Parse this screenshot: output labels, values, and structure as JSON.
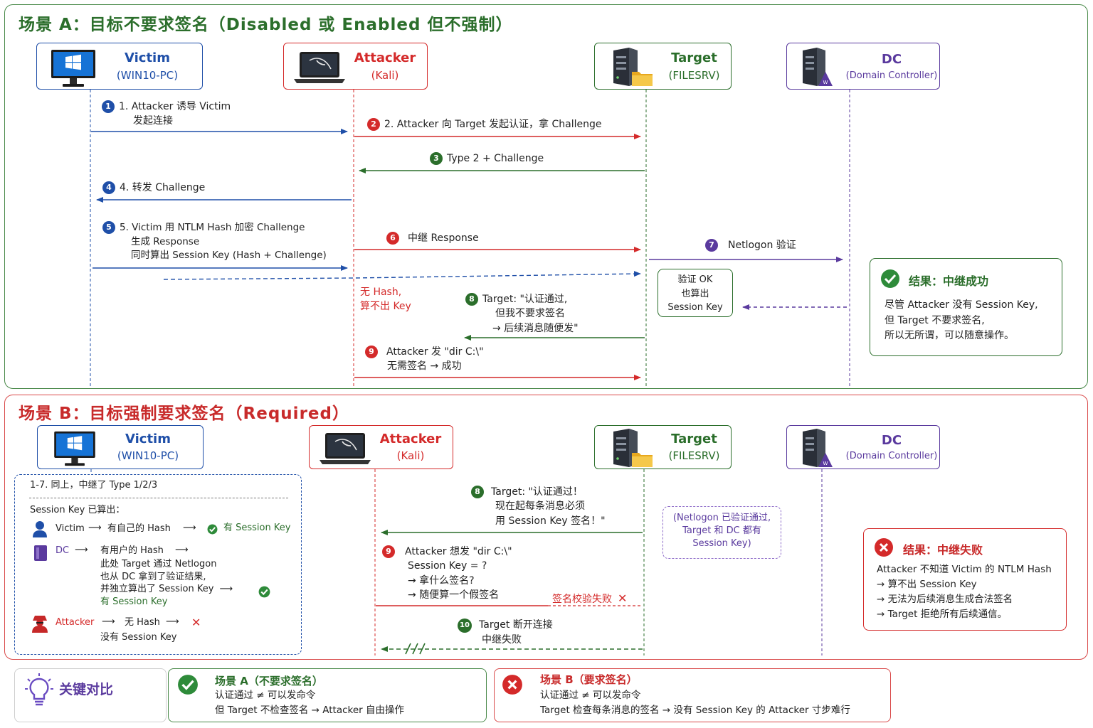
{
  "scenario_a": {
    "title": "场景 A：目标不要求签名（Disabled 或 Enabled 但不强制）",
    "actors": {
      "victim": {
        "name": "Victim",
        "sub": "(WIN10-PC)"
      },
      "attacker": {
        "name": "Attacker",
        "sub": "(Kali)"
      },
      "target": {
        "name": "Target",
        "sub": "(FILESRV)"
      },
      "dc": {
        "name": "DC",
        "sub": "(Domain Controller)"
      }
    },
    "steps": {
      "s1": {
        "num": "1",
        "line1": "1. Attacker 诱导 Victim",
        "line2": "发起连接"
      },
      "s2": {
        "num": "2",
        "text": "2. Attacker 向 Target 发起认证，拿 Challenge"
      },
      "s3": {
        "num": "3",
        "text": "Type 2 + Challenge"
      },
      "s4": {
        "num": "4",
        "text": "4. 转发 Challenge"
      },
      "s5": {
        "num": "5",
        "line1": "5. Victim 用 NTLM Hash 加密 Challenge",
        "line2": "生成 Response",
        "line3": "同时算出 Session Key (Hash + Challenge)"
      },
      "s6": {
        "num": "6",
        "text": "中继 Response"
      },
      "s7": {
        "num": "7",
        "text": "Netlogon 验证"
      },
      "no_hash": {
        "line1": "无 Hash,",
        "line2": "算不出 Key"
      },
      "s8": {
        "num": "8",
        "line1": "Target: \"认证通过,",
        "line2": "但我不要求签名",
        "line3": "→ 后续消息随便发\""
      },
      "s9": {
        "num": "9",
        "line1": "Attacker 发 \"dir C:\\\"",
        "line2": "无需签名 → 成功"
      }
    },
    "verify_box": {
      "line1": "验证 OK",
      "line2": "也算出",
      "line3": "Session Key"
    },
    "result": {
      "title": "结果：中继成功",
      "line1": "尽管 Attacker 没有 Session Key,",
      "line2": "但 Target 不要求签名,",
      "line3": "所以无所谓，可以随意操作。"
    }
  },
  "scenario_b": {
    "title": "场景 B：目标强制要求签名（Required）",
    "actors": {
      "victim": {
        "name": "Victim",
        "sub": "(WIN10-PC)"
      },
      "attacker": {
        "name": "Attacker",
        "sub": "(Kali)"
      },
      "target": {
        "name": "Target",
        "sub": "(FILESRV)"
      },
      "dc": {
        "name": "DC",
        "sub": "(Domain Controller)"
      }
    },
    "left_box": {
      "head": "1-7. 同上，中继了 Type 1/2/3",
      "sk_title": "Session Key 已算出：",
      "victim_label": "Victim",
      "victim_text": "有自己的 Hash",
      "victim_result": "有 Session Key",
      "dc_label": "DC",
      "dc_text": "有用户的 Hash",
      "dc_l2": "此处 Target 通过 Netlogon",
      "dc_l3": "也从 DC 拿到了验证结果,",
      "dc_l4": "并独立算出了 Session Key",
      "dc_result": "有 Session Key",
      "atk_label": "Attacker",
      "atk_text": "无 Hash",
      "atk_result": "没有 Session Key"
    },
    "steps": {
      "s8": {
        "num": "8",
        "line1": "Target: \"认证通过！",
        "line2": "现在起每条消息必须",
        "line3": "用 Session Key 签名！\""
      },
      "s9": {
        "num": "9",
        "line1": "Attacker 想发 \"dir C:\\\"",
        "line2": "Session Key = ?",
        "line3": "→ 拿什么签名?",
        "line4": "→ 随便算一个假签名"
      },
      "sig_fail": "签名校验失败",
      "s10": {
        "num": "10",
        "line1": "Target 断开连接",
        "line2": "中继失败"
      }
    },
    "netlogon_box": {
      "line1": "(Netlogon 已验证通过,",
      "line2": "Target 和 DC 都有",
      "line3": "Session Key)"
    },
    "result": {
      "title": "结果：中继失败",
      "line1": "Attacker 不知道 Victim 的 NTLM Hash",
      "line2": "→ 算不出 Session Key",
      "line3": "→ 无法为后续消息生成合法签名",
      "line4": "→ Target 拒绝所有后续通信。"
    }
  },
  "comparison": {
    "title": "关键对比",
    "a": {
      "title": "场景 A（不要求签名）",
      "line1": "认证通过 ≠ 可以发命令",
      "line2": "但 Target 不检查签名 → Attacker 自由操作"
    },
    "b": {
      "title": "场景 B（要求签名）",
      "line1": "认证通过 ≠ 可以发命令",
      "line2": "Target 检查每条消息的签名 → 没有 Session Key 的 Attacker 寸步难行"
    }
  },
  "colors": {
    "blue": "#1f4fa8",
    "red": "#d42a2a",
    "green": "#2b6e2b",
    "purple": "#5a3a9e",
    "panel_a": "#4a8a4a",
    "panel_b": "#d94a4a"
  },
  "icons": [
    "windows-monitor-icon",
    "kali-laptop-icon",
    "server-folder-icon",
    "dc-server-icon",
    "check-circle-icon",
    "x-circle-icon",
    "lightbulb-icon",
    "user-icon",
    "dc-book-icon",
    "hacker-icon"
  ]
}
